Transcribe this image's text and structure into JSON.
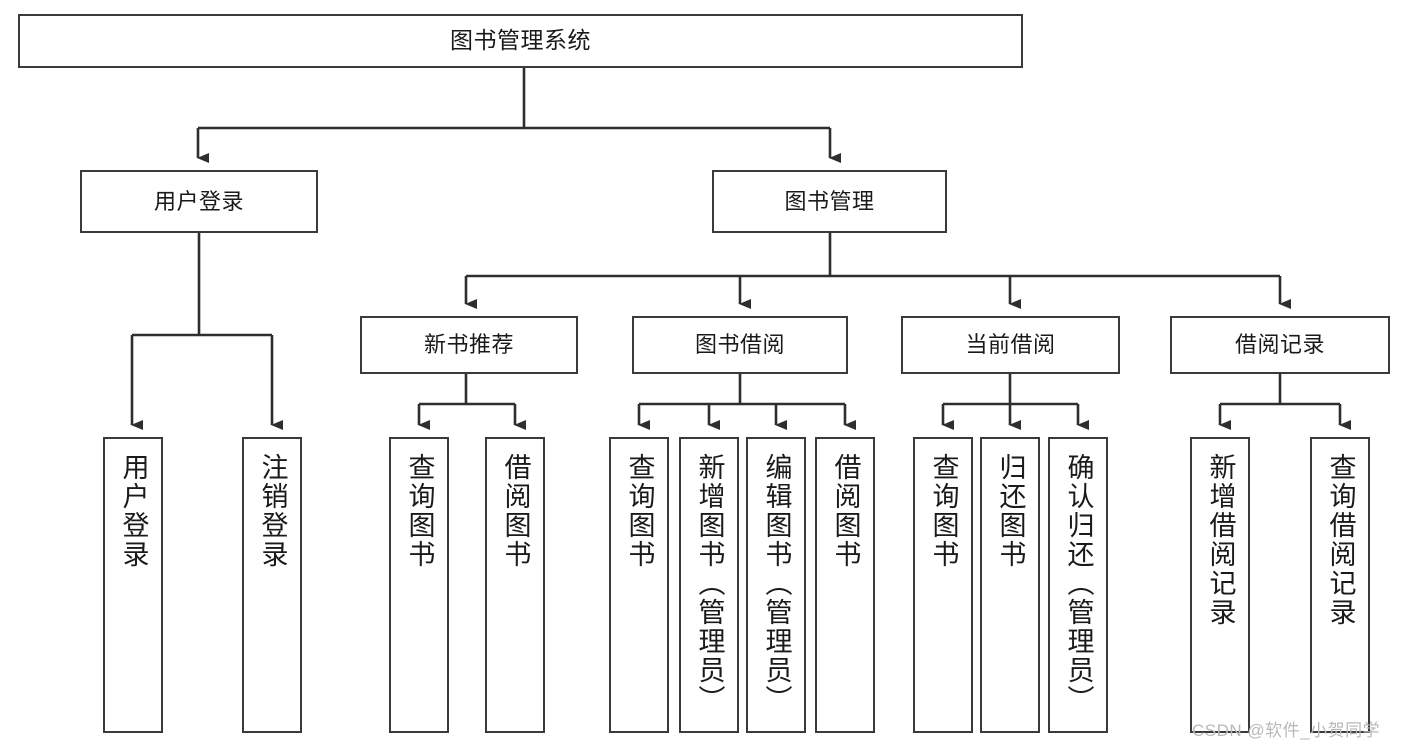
{
  "diagram": {
    "title": "图书管理系统",
    "type": "tree-hierarchy-diagram",
    "root": {
      "label": "图书管理系统"
    },
    "level1": [
      {
        "label": "用户登录"
      },
      {
        "label": "图书管理"
      }
    ],
    "level2": [
      {
        "label": "新书推荐"
      },
      {
        "label": "图书借阅"
      },
      {
        "label": "当前借阅"
      },
      {
        "label": "借阅记录"
      }
    ],
    "leaves": [
      {
        "label": "用户登录"
      },
      {
        "label": "注销登录"
      },
      {
        "label": "查询图书"
      },
      {
        "label": "借阅图书"
      },
      {
        "label": "查询图书"
      },
      {
        "label": "新增图书（管理员）"
      },
      {
        "label": "编辑图书（管理员）"
      },
      {
        "label": "借阅图书"
      },
      {
        "label": "查询图书"
      },
      {
        "label": "归还图书"
      },
      {
        "label": "确认归还（管理员）"
      },
      {
        "label": "新增借阅记录"
      },
      {
        "label": "查询借阅记录"
      }
    ]
  },
  "watermark": {
    "text": "CSDN @软件_小贺同学"
  },
  "colors": {
    "stroke": "#3a3a3a",
    "background": "#ffffff",
    "text": "#1a1a1a",
    "watermark": "#b9b9b9"
  }
}
